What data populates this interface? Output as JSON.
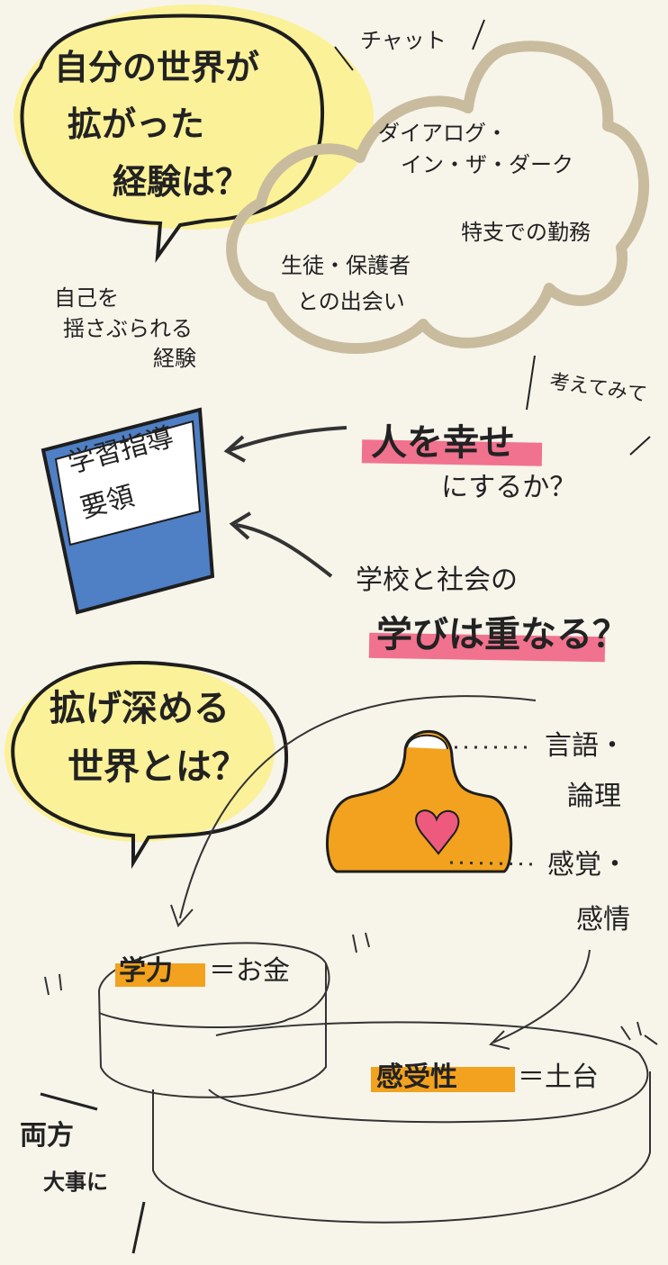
{
  "bubble1": {
    "lines": [
      "自分の世界が",
      "拡がった",
      "経験は？"
    ]
  },
  "cloud": {
    "chat": "チャット",
    "dialogue": [
      "ダイアログ・",
      "イン・ザ・ダーク"
    ],
    "special": "特支での勤務",
    "students": [
      "生徒・保護者",
      "との出会い"
    ]
  },
  "shake": [
    "自己を",
    "揺さぶられる",
    "経験"
  ],
  "book": {
    "title_lines": [
      "学習指導",
      "要領"
    ]
  },
  "questions": {
    "think": "考えてみて",
    "q1_highlight": "人を幸せ",
    "q1_rest": "にするか？",
    "q2_line1": "学校と社会の",
    "q2_highlight": "学びは重なる？"
  },
  "bubble2": {
    "lines": [
      "拡げ深める",
      "世界とは？"
    ]
  },
  "figure": {
    "head_label": "言語・",
    "head_label2": "論理",
    "heart_label": "感覚・",
    "heart_label2": "感情"
  },
  "cylinders": {
    "top_highlight": "学力",
    "top_rest": "＝お金",
    "bottom_highlight": "感受性",
    "bottom_rest": "＝土台"
  },
  "both": {
    "lines": [
      "両方",
      "大事に"
    ]
  },
  "colors": {
    "yellow": "#fbf08a",
    "pink": "#ee5a7e",
    "orange": "#f2a21e",
    "blue": "#4f7fc4",
    "cloud": "#c9bc9e"
  }
}
